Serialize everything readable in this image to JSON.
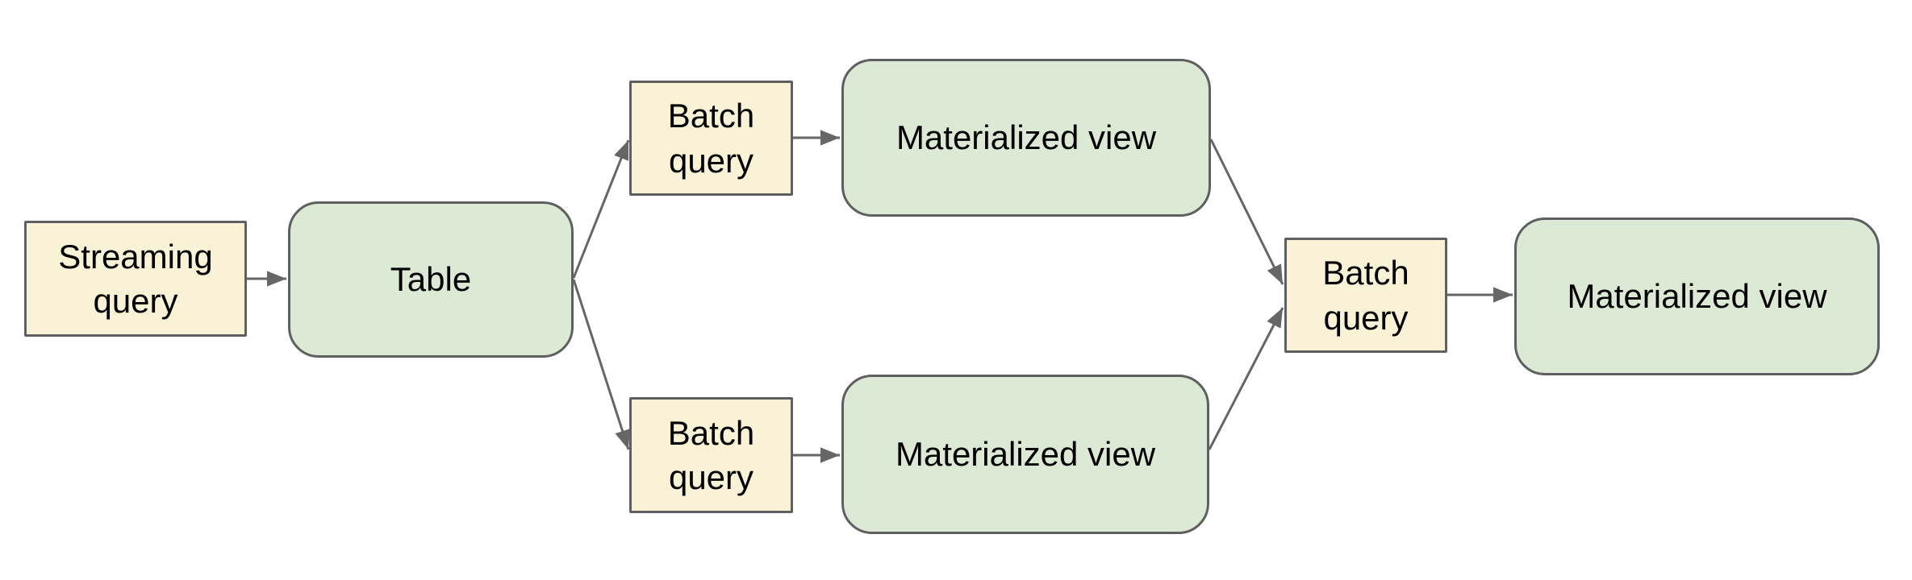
{
  "diagram": {
    "nodes": {
      "streaming_query": {
        "label": "Streaming query",
        "kind": "query"
      },
      "table": {
        "label": "Table",
        "kind": "data"
      },
      "batch_query_top": {
        "label": "Batch query",
        "kind": "query"
      },
      "materialized_view_top": {
        "label": "Materialized view",
        "kind": "data"
      },
      "batch_query_bottom": {
        "label": "Batch query",
        "kind": "query"
      },
      "materialized_view_bottom": {
        "label": "Materialized view",
        "kind": "data"
      },
      "batch_query_right": {
        "label": "Batch query",
        "kind": "query"
      },
      "materialized_view_final": {
        "label": "Materialized view",
        "kind": "data"
      }
    },
    "edges": [
      {
        "from": "streaming_query",
        "to": "table"
      },
      {
        "from": "table",
        "to": "batch_query_top"
      },
      {
        "from": "table",
        "to": "batch_query_bottom"
      },
      {
        "from": "batch_query_top",
        "to": "materialized_view_top"
      },
      {
        "from": "batch_query_bottom",
        "to": "materialized_view_bottom"
      },
      {
        "from": "materialized_view_top",
        "to": "batch_query_right"
      },
      {
        "from": "materialized_view_bottom",
        "to": "batch_query_right"
      },
      {
        "from": "batch_query_right",
        "to": "materialized_view_final"
      }
    ],
    "colors": {
      "query_fill": "#FAF2D6",
      "data_fill": "#DCE9D4",
      "border": "#5F5F5F",
      "arrow": "#666666",
      "text": "#000000",
      "background": "#FFFFFF"
    }
  }
}
